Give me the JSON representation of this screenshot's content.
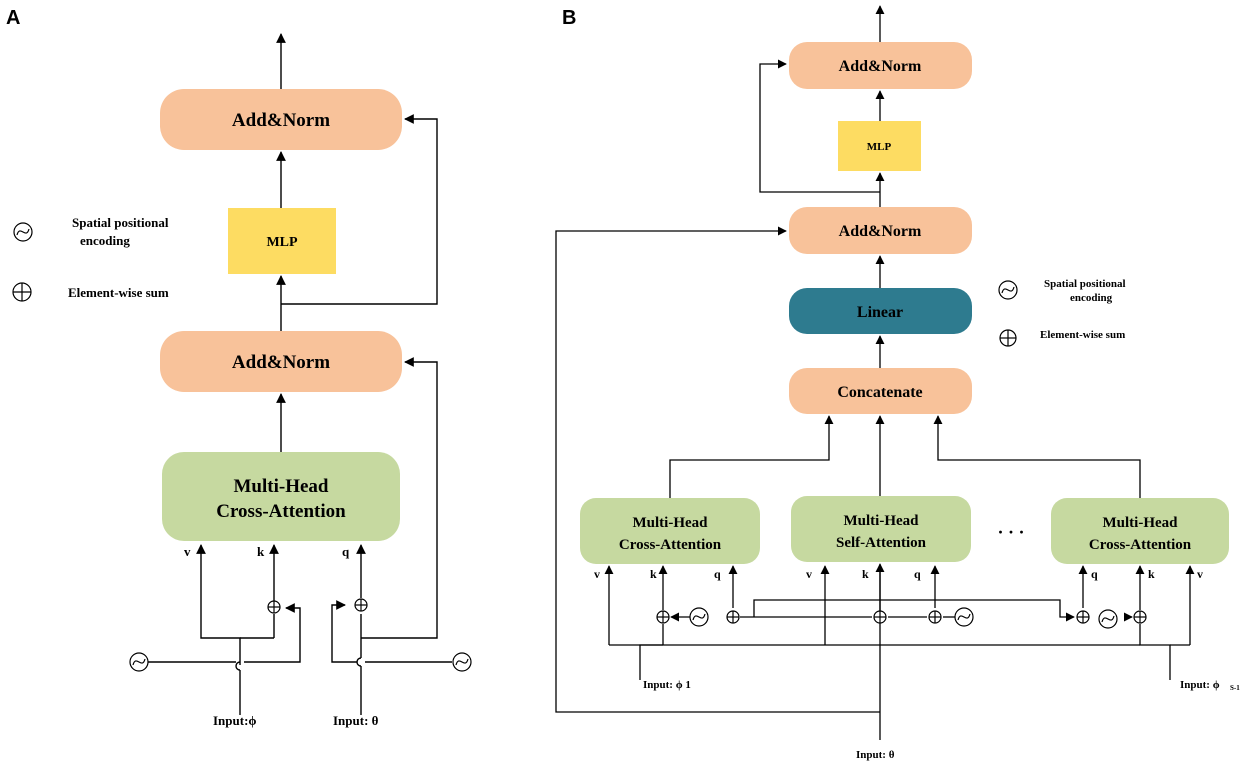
{
  "panel_a": {
    "label": "A",
    "add_norm_top": "Add&Norm",
    "mlp": "MLP",
    "add_norm_bottom": "Add&Norm",
    "mhca_line1": "Multi-Head",
    "mhca_line2": "Cross-Attention",
    "port_v": "v",
    "port_k": "k",
    "port_q": "q",
    "input_phi": "Input:ϕ",
    "input_theta": "Input: θ",
    "legend_pos_line1": "Spatial positional",
    "legend_pos_line2": "encoding",
    "legend_sum": "Element-wise sum"
  },
  "panel_b": {
    "label": "B",
    "add_norm_top": "Add&Norm",
    "mlp": "MLP",
    "add_norm_mid": "Add&Norm",
    "linear": "Linear",
    "concatenate": "Concatenate",
    "left_line1": "Multi-Head",
    "left_line2": "Cross-Attention",
    "mid_line1": "Multi-Head",
    "mid_line2": "Self-Attention",
    "right_line1": "Multi-Head",
    "right_line2": "Cross-Attention",
    "ellipsis": "·  ·  ·",
    "port_v": "v",
    "port_k": "k",
    "port_q": "q",
    "input_phi1": "Input: ϕ 1",
    "input_phis": "Input: ϕ",
    "input_phis_sub": "S-1",
    "input_theta": "Input: θ",
    "legend_pos_line1": "Spatial positional",
    "legend_pos_line2": "encoding",
    "legend_sum": "Element-wise sum"
  },
  "colors": {
    "orange_box": "#f8c29a",
    "yellow_box": "#fddc62",
    "green_box": "#c6d9a0",
    "teal_box": "#2e7b8f",
    "line": "#000000"
  }
}
